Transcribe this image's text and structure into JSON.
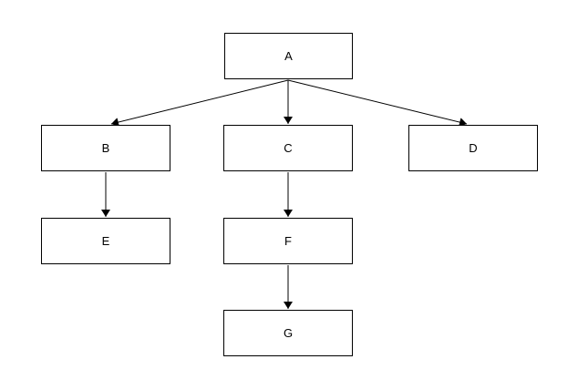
{
  "diagram": {
    "type": "tree",
    "colors": {
      "background": "#ffffff",
      "node_fill": "#ffffff",
      "node_border": "#000000",
      "edge": "#000000",
      "text": "#000000"
    },
    "nodes": [
      {
        "id": "A",
        "label": "A"
      },
      {
        "id": "B",
        "label": "B"
      },
      {
        "id": "C",
        "label": "C"
      },
      {
        "id": "D",
        "label": "D"
      },
      {
        "id": "E",
        "label": "E"
      },
      {
        "id": "F",
        "label": "F"
      },
      {
        "id": "G",
        "label": "G"
      }
    ],
    "edges": [
      {
        "from": "A",
        "to": "B"
      },
      {
        "from": "A",
        "to": "C"
      },
      {
        "from": "A",
        "to": "D"
      },
      {
        "from": "B",
        "to": "E"
      },
      {
        "from": "C",
        "to": "F"
      },
      {
        "from": "F",
        "to": "G"
      }
    ]
  }
}
